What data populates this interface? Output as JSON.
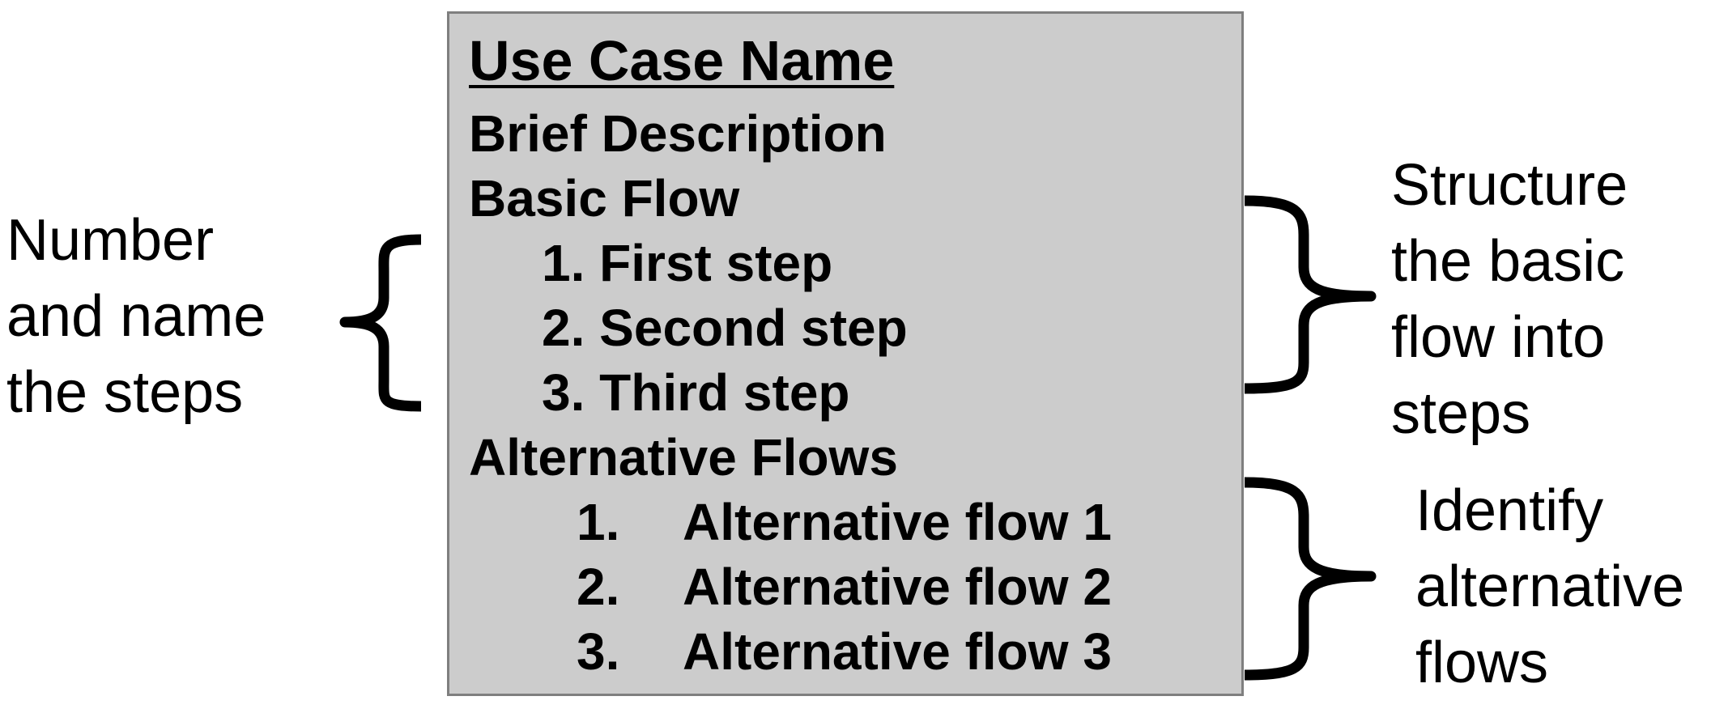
{
  "use_case": {
    "name": "Use Case Name",
    "brief_description": "Brief Description",
    "basic_flow": "Basic Flow",
    "steps": [
      "1. First step",
      "2. Second step",
      "3. Third step"
    ],
    "alternative_flows": "Alternative Flows",
    "alt_items": [
      {
        "num": "1.",
        "label": "Alternative flow 1"
      },
      {
        "num": "2.",
        "label": "Alternative flow 2"
      },
      {
        "num": "3.",
        "label": "Alternative flow 3"
      }
    ]
  },
  "annotations": {
    "left": [
      "Number",
      "and name",
      "the steps"
    ],
    "right_top": [
      "Structure",
      "the basic",
      "flow into",
      "steps"
    ],
    "right_bottom": [
      "Identify",
      "alternative",
      "flows"
    ]
  },
  "colors": {
    "box_fill": "#cccccc",
    "box_border": "#7f7f7f",
    "text": "#000000"
  }
}
